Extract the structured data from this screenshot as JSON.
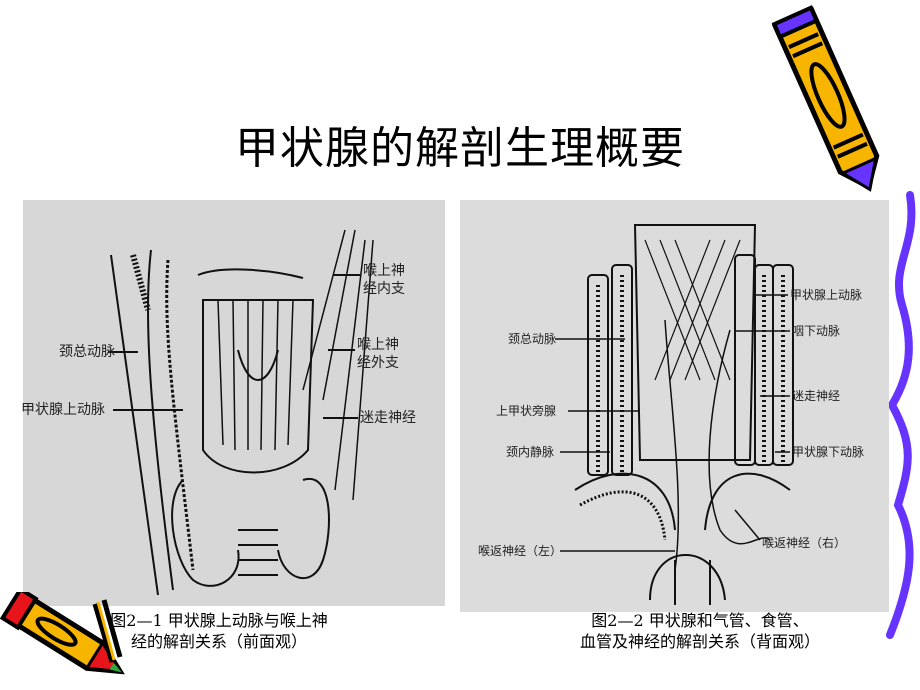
{
  "slide": {
    "title": "甲状腺的解剖生理概要"
  },
  "figure_left": {
    "labels": {
      "internal_branch_line1": "喉上神",
      "internal_branch_line2": "经内支",
      "common_carotid": "颈总动脉",
      "external_branch_line1": "喉上神",
      "external_branch_line2": "经外支",
      "superior_thyroid_artery": "甲状腺上动脉",
      "vagus_nerve": "迷走神经"
    },
    "caption_line1": "图2—1 甲状腺上动脉与喉上神",
    "caption_line2": "经的解剖关系（前面观）"
  },
  "figure_right": {
    "labels": {
      "superior_thyroid_artery": "甲状腺上动脉",
      "common_carotid": "颈总动脉",
      "pharyngeal_artery": "咽下动脉",
      "superior_parathyroid": "上甲状旁腺",
      "vagus_nerve": "迷走神经",
      "internal_jugular": "颈内静脉",
      "inferior_thyroid_artery": "甲状腺下动脉",
      "recurrent_left": "喉返神经（左）",
      "recurrent_right": "喉返神经（右）"
    },
    "caption_line1": "图2—2 甲状腺和气管、食管、",
    "caption_line2": "血管及神经的解剖关系（背面观）"
  },
  "decorations": {
    "pencil_top_right": "pencil-clipart",
    "pencil_bottom_left": "pencil-clipart",
    "squiggle_right": "purple-squiggle",
    "colors": {
      "pencil_body": "#f7b500",
      "pencil_purple": "#6633ff",
      "pencil_red": "#e8141c",
      "figure_bg": "#d7d7d7"
    }
  }
}
